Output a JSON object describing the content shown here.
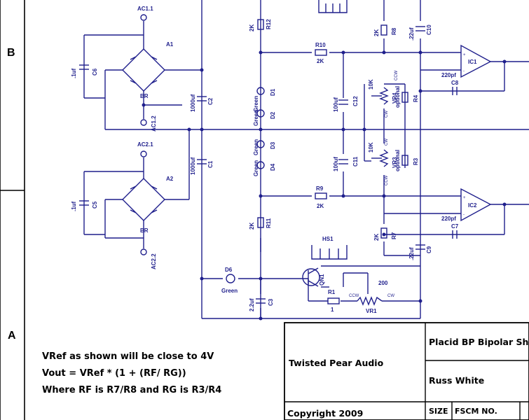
{
  "zone_labels": [
    "B",
    "A"
  ],
  "components": {
    "ac11": "AC1.1",
    "ac12": "AC1.2",
    "ac21": "AC2.1",
    "ac22": "AC2.2",
    "a1": "A1",
    "a2": "A2",
    "br": "BR",
    "c1": "C1",
    "c2": "C2",
    "c1_val": "1000uf",
    "c2_val": "1000uf",
    "c3": "C3",
    "c3_val": "2.2uf",
    "c5": "C5",
    "c5_val": ".1uf",
    "c6": "C6",
    "c6_val": ".1uf",
    "c7": "C7",
    "c7_val": "220pf",
    "c8": "C8",
    "c8_val": "220pf",
    "c9": "C9",
    "c9_val": ".22uf",
    "c10": "C10",
    "c10_val": ".22uf",
    "c11": "C11",
    "c11_val": "100uf",
    "c12": "C12",
    "c12_val": "100uf",
    "r1": "R1",
    "r1_val": "1",
    "r3": "R3",
    "r4": "R4",
    "optional": "optional",
    "r7": "R7",
    "r8": "R8",
    "r9": "R9",
    "r10": "R10",
    "r11": "R11",
    "r12": "R12",
    "r_2k": "2K",
    "vr1": "VR1",
    "vr1_val": "200",
    "vr3": "VR3",
    "vr4": "VR4",
    "vr_10k": "10K",
    "d1": "D1",
    "d2": "D2",
    "d3": "D3",
    "d4": "D4",
    "d6": "D6",
    "green": "Green",
    "ic1": "IC1",
    "ic2": "IC2",
    "qn1": "QN1",
    "hs1": "HS1",
    "ccw": "CCW",
    "cw": "CW"
  },
  "notes": [
    "VRef as shown will be close to 4V",
    "Vout = VRef * (1 + (RF/ RG))",
    "Where RF is R7/R8 and RG is R3/R4"
  ],
  "title_block": {
    "company": "Twisted Pear Audio",
    "title": "Placid BP Bipolar Sh",
    "author": "Russ White",
    "copyright": "Copyright 2009",
    "size_label": "SIZE",
    "fscm_label": "FSCM NO."
  }
}
